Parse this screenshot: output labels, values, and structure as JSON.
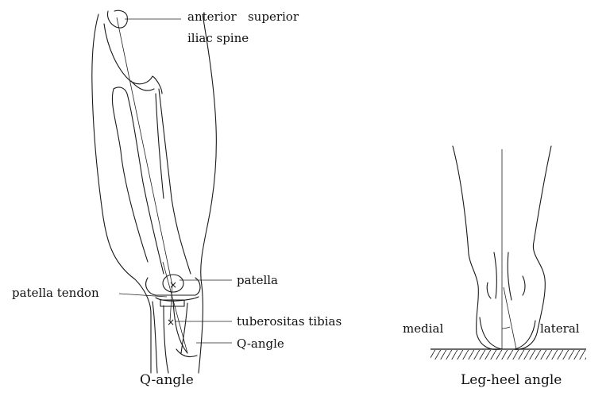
{
  "figures": {
    "q_angle": {
      "caption": "Q-angle",
      "labels": {
        "asis_line1": "anterior   superior",
        "asis_line2": "iliac spine",
        "patella": "patella",
        "patella_tendon": "patella tendon",
        "tuberositas": "tuberositas tibias",
        "q_angle": "Q-angle"
      }
    },
    "leg_heel": {
      "caption": "Leg-heel angle",
      "labels": {
        "medial": "medial",
        "lateral": "lateral"
      }
    }
  }
}
